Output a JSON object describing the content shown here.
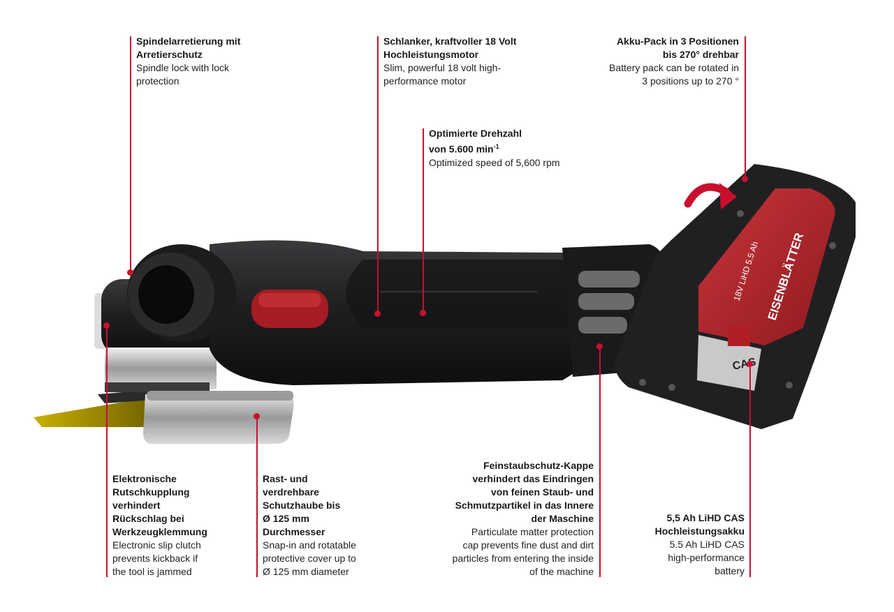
{
  "callouts": {
    "spindle_lock": {
      "de": "Spindelarretierung mit\nArretierschutz",
      "en": "Spindle lock with lock\nprotection"
    },
    "motor": {
      "de": "Schlanker, kraftvoller 18 Volt\nHochleistungsmotor",
      "en": "Slim, powerful 18 volt high-\nperformance motor"
    },
    "battery_rotate": {
      "de": "Akku-Pack in 3 Positionen\nbis 270° drehbar",
      "en": "Battery pack can be rotated in\n3 positions up to 270 °"
    },
    "speed": {
      "de_line1": "Optimierte Drehzahl",
      "de_line2": "von 5.600 min",
      "de_sup": "-1",
      "en": "Optimized speed of 5,600 rpm"
    },
    "slip_clutch": {
      "de": "Elektronische\nRutschkupplung\nverhindert\nRückschlag bei\nWerkzeugklemmung",
      "en": "Electronic slip clutch\nprevents kickback if\nthe tool is jammed"
    },
    "guard": {
      "de": "Rast- und\nverdrehbare\nSchutzhaube bis\nØ 125 mm\nDurchmesser",
      "en": "Snap-in and rotatable\nprotective cover up to\nØ 125 mm diameter"
    },
    "dust_cap": {
      "de": "Feinstaubschutz-Kappe\nverhindert das Eindringen\nvon feinen Staub- und\nSchmutzpartikel in das Innere\nder Maschine",
      "en": "Particulate matter protection\ncap prevents fine dust and dirt\nparticles from entering the inside\nof the machine"
    },
    "battery": {
      "de": "5,5 Ah LiHD CAS\nHochleistungsakku",
      "en": "5.5 Ah LiHD CAS\nhigh-performance\nbattery"
    }
  },
  "battery_label": {
    "brand": "EISENBLÄTTER",
    "spec": "18V LiHD 5.5 Ah",
    "cas": "CAS"
  },
  "colors": {
    "accent": "#c8102e",
    "body": "#1d1d1f",
    "battery_red": "#b0282c"
  }
}
